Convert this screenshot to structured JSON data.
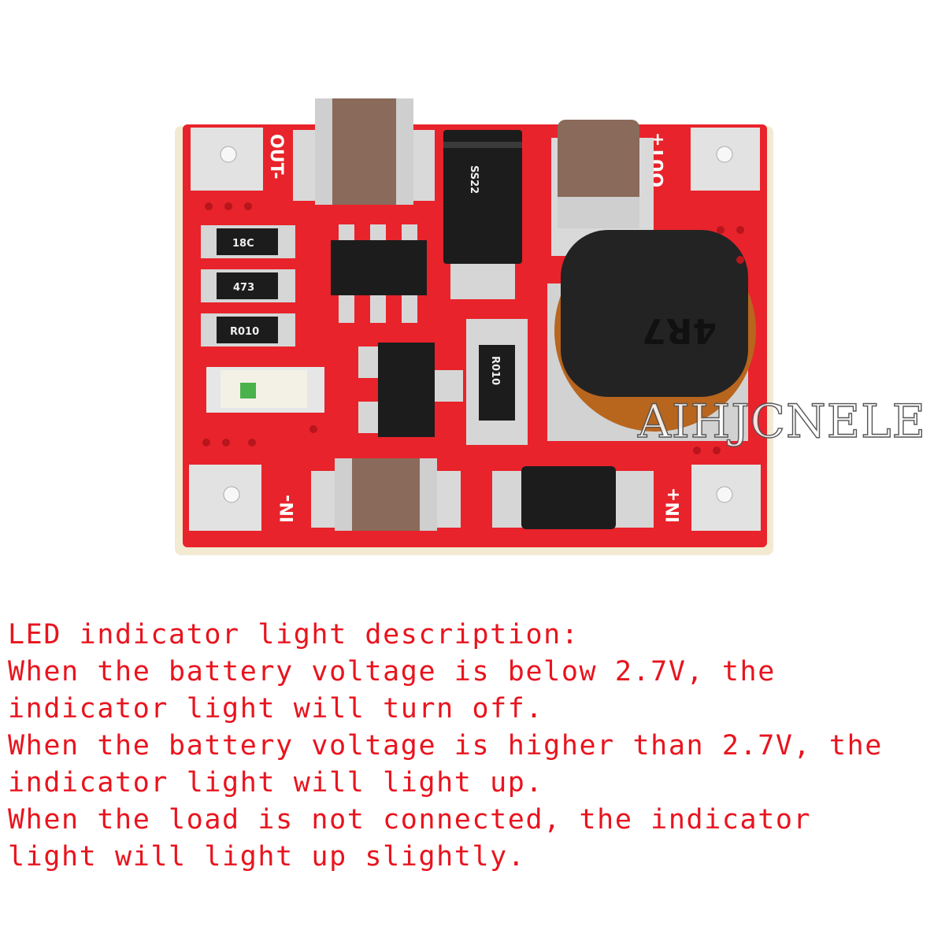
{
  "product_photo": {
    "board_labels": {
      "out_minus": "OUT-",
      "out_plus": "OUT+",
      "in_minus": "IN-",
      "in_plus": "IN+"
    },
    "component_markings": {
      "diode": "SS22",
      "inductor": "4R7",
      "r1": "18C",
      "r2": "473",
      "r3": "R010",
      "r4": "R010"
    },
    "watermark": "AIHJCNELE",
    "colors": {
      "pcb": "#e8232b",
      "pad": "#e6e6e6",
      "capacitor": "#8a6a5a",
      "chip": "#1c1c1c"
    }
  },
  "description": {
    "lines": [
      "LED indicator light description:",
      "When the battery voltage is below 2.7V, the",
      "indicator light will turn off.",
      "When the battery voltage is higher than 2.7V, the",
      "indicator light will light up.",
      "When the load is not connected, the indicator",
      "light will light up slightly."
    ],
    "color": "#e8141e"
  }
}
